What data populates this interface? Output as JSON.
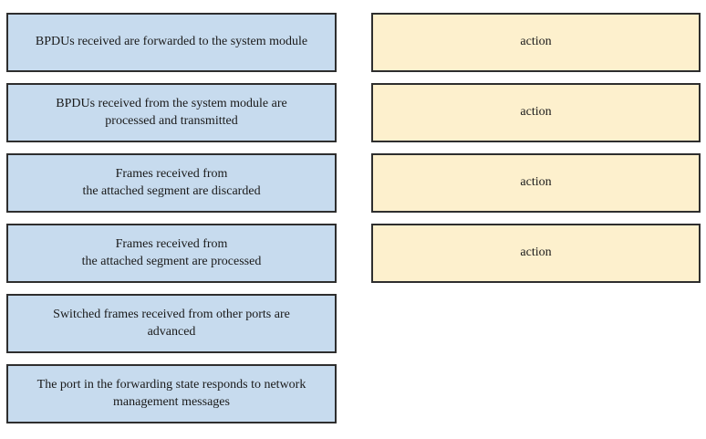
{
  "question": {
    "type": "drag-and-drop-matching",
    "left_items": [
      {
        "text": "BPDUs received are forwarded to the system module"
      },
      {
        "text": "BPDUs received from the system module are\nprocessed and transmitted"
      },
      {
        "text": "Frames received from\nthe attached segment are discarded"
      },
      {
        "text": "Frames received from\nthe attached segment are processed"
      },
      {
        "text": "Switched frames received from other ports are\nadvanced"
      },
      {
        "text": "The port in the forwarding state responds to network\nmanagement messages"
      }
    ],
    "right_items": [
      {
        "label": "action"
      },
      {
        "label": "action"
      },
      {
        "label": "action"
      },
      {
        "label": "action"
      }
    ],
    "colors": {
      "statement_fill": "#c7dbee",
      "target_fill": "#fdf0cd",
      "border": "#2e2e2e",
      "text": "#1a1a1a",
      "background": "#ffffff"
    }
  }
}
